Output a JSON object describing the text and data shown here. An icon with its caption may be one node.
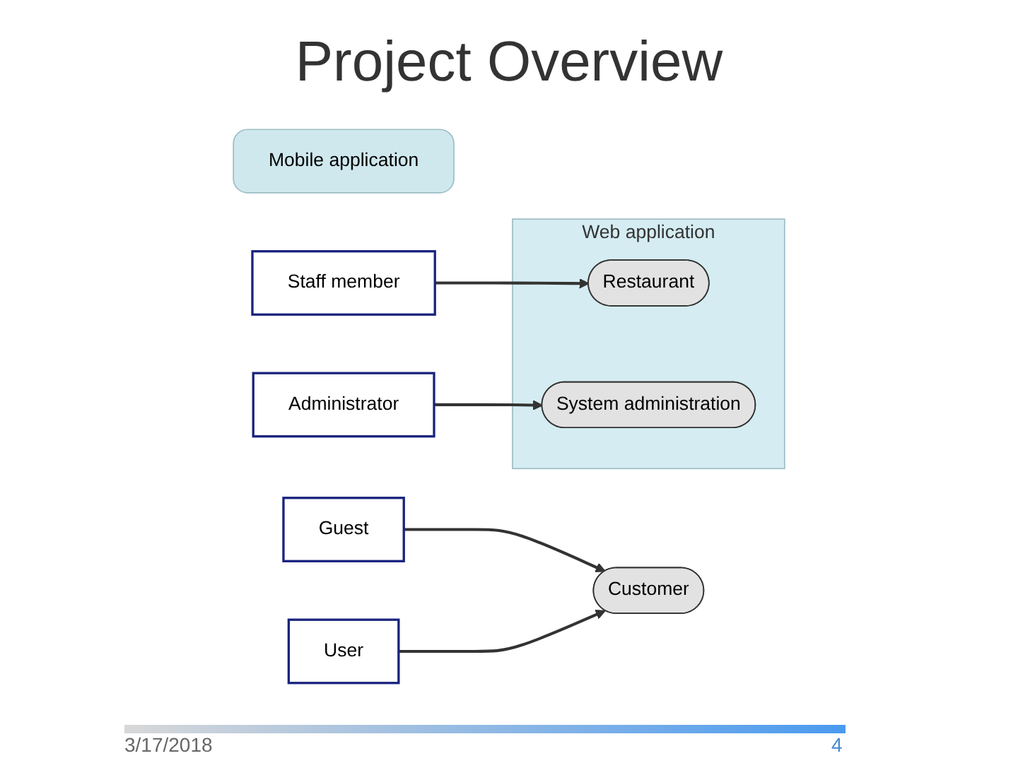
{
  "diagram": {
    "title": "Project Overview",
    "nodes": [
      {
        "text": [
          "Mobile application"
        ]
      },
      {
        "text": [
          "Web application"
        ]
      },
      {
        "text": [
          "Customer"
        ]
      },
      {
        "text": [
          "Restaurant"
        ],
        "in": 1
      },
      {
        "text": [
          "System administration"
        ],
        "in": 1
      },
      {
        "text": [
          "Guest"
        ]
      },
      {
        "text": [
          "User"
        ]
      },
      {
        "text": [
          "Staff member"
        ]
      },
      {
        "text": [
          "Administrator"
        ]
      }
    ],
    "edges": [
      {
        "from": 5,
        "to": 2,
        "arrow": "to"
      },
      {
        "from": 6,
        "to": 2,
        "arrow": "to"
      },
      {
        "from": 7,
        "to": 3,
        "arrow": "to"
      },
      {
        "from": 8,
        "to": 4,
        "arrow": "to"
      }
    ],
    "labels": [
      "3/17/2018",
      "4"
    ]
  }
}
